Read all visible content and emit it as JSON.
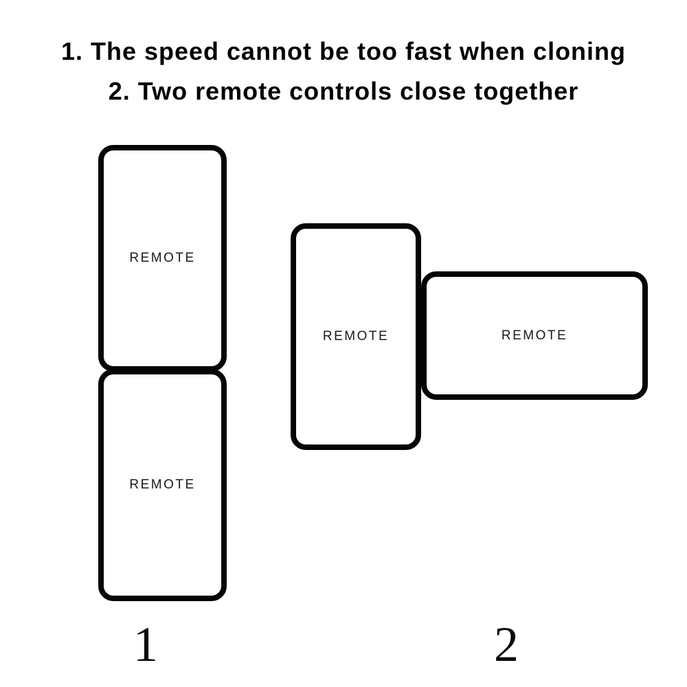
{
  "instructions": {
    "line1": "1. The speed cannot be too fast when cloning",
    "line2": "2. Two remote controls close together"
  },
  "figures": [
    {
      "number": "1",
      "remotes": [
        {
          "label": "REMOTE",
          "orientation": "vertical"
        },
        {
          "label": "REMOTE",
          "orientation": "vertical"
        }
      ]
    },
    {
      "number": "2",
      "remotes": [
        {
          "label": "REMOTE",
          "orientation": "vertical"
        },
        {
          "label": "REMOTE",
          "orientation": "horizontal"
        }
      ]
    }
  ],
  "colors": {
    "outline": "#050505",
    "card_fill": "#ffffff",
    "background": "#ffffff",
    "text": "#000000"
  }
}
